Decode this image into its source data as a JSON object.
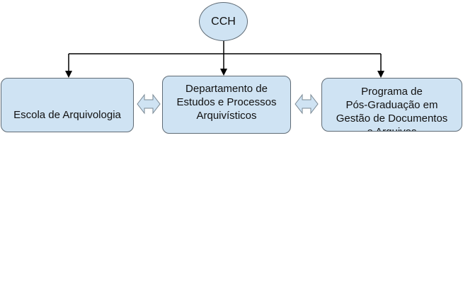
{
  "diagram": {
    "colors": {
      "node_fill": "#cfe3f3",
      "node_border": "#5f6b75",
      "connector": "#000000",
      "double_arrow_fill": "#cfe3f3",
      "double_arrow_stroke": "#7a8893"
    },
    "nodes": {
      "root": {
        "label": "CCH"
      },
      "escola": {
        "label": "Escola de Arquivologia"
      },
      "departamento": {
        "lines": [
          "Departamento de",
          "Estudos e Processos",
          "Arquivísticos"
        ]
      },
      "programa": {
        "lines": [
          "Programa de",
          "Pós-Graduação em",
          "Gestão de Documentos",
          "e Arquivos"
        ]
      }
    },
    "edges": [
      {
        "from": "root",
        "to": "escola",
        "type": "arrow"
      },
      {
        "from": "root",
        "to": "departamento",
        "type": "arrow"
      },
      {
        "from": "root",
        "to": "programa",
        "type": "arrow"
      },
      {
        "from": "escola",
        "to": "departamento",
        "type": "double-arrow"
      },
      {
        "from": "departamento",
        "to": "programa",
        "type": "double-arrow"
      }
    ]
  }
}
